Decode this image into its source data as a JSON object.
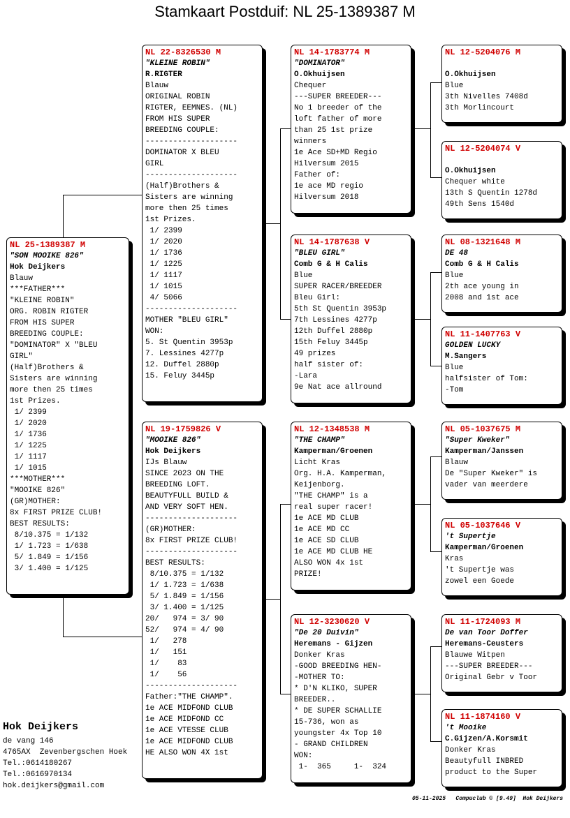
{
  "title": "Stamkaart Postduif: NL  25-1389387 M",
  "cards": {
    "subject": {
      "ring": "NL  25-1389387 M",
      "nick": "\"SON MOOIKE 826\"",
      "owner": "Hok Deijkers",
      "color": "Blauw",
      "lines": [
        "***FATHER***",
        "\"KLEINE ROBIN\"",
        "ORG. ROBIN RIGTER",
        "FROM HIS SUPER",
        "BREEDING COUPLE:",
        "\"DOMINATOR\" X \"BLEU",
        "GIRL\"",
        "(Half)Brothers &",
        "Sisters are winning",
        "more then 25 times",
        "1st Prizes.",
        " 1/ 2399",
        " 1/ 2020",
        " 1/ 1736",
        " 1/ 1225",
        " 1/ 1117",
        " 1/ 1015",
        "***MOTHER***",
        "\"MOOIKE 826\"",
        "(GR)MOTHER:",
        "8x FIRST PRIZE CLUB!",
        "BEST RESULTS:",
        " 8/10.375 = 1/132",
        " 1/ 1.723 = 1/638",
        " 5/ 1.849 = 1/156",
        " 3/ 1.400 = 1/125"
      ]
    },
    "father": {
      "ring": "NL  22-8326530 M",
      "nick": "\"KLEINE ROBIN\"",
      "owner": "R.RIGTER",
      "color": "Blauw",
      "lines": [
        "ORIGINAL ROBIN",
        "RIGTER, EEMNES. (NL)",
        "FROM HIS SUPER",
        "BREEDING COUPLE:",
        "--------------------",
        "DOMINATOR X BLEU",
        "GIRL",
        "--------------------",
        "(Half)Brothers &",
        "Sisters are winning",
        "more then 25 times",
        "1st Prizes.",
        " 1/ 2399",
        " 1/ 2020",
        " 1/ 1736",
        " 1/ 1225",
        " 1/ 1117",
        " 1/ 1015",
        " 4/ 5066",
        "--------------------",
        "MOTHER \"BLEU GIRL\"",
        "WON:",
        "5. St Quentin 3953p",
        "7. Lessines 4277p",
        "12. Duffel 2880p",
        "15. Feluy 3445p"
      ]
    },
    "mother": {
      "ring": "NL  19-1759826 V",
      "nick": "\"MOOIKE 826\"",
      "owner": "Hok Deijkers",
      "color": "IJs Blauw",
      "lines": [
        "SINCE 2023 ON THE",
        "BREEDING LOFT.",
        "BEAUTYFULL BUILD &",
        "AND VERY SOFT HEN.",
        "--------------------",
        "(GR)MOTHER:",
        "8x FIRST PRIZE CLUB!",
        "--------------------",
        "BEST RESULTS:",
        " 8/10.375 = 1/132",
        " 1/ 1.723 = 1/638",
        " 5/ 1.849 = 1/156",
        " 3/ 1.400 = 1/125",
        "20/   974 = 3/ 90",
        "52/   974 = 4/ 90",
        " 1/   278",
        " 1/   151",
        " 1/    83",
        " 1/    56",
        "--------------------",
        "Father:\"THE CHAMP\".",
        "1e ACE MIDFOND CLUB",
        "1e ACE MIDFOND CC",
        "1e ACE VTESSE CLUB",
        "1e ACE MIDFOND CLUB",
        "HE ALSO WON 4X 1st"
      ]
    },
    "ff": {
      "ring": "NL  14-1783774 M",
      "nick": "\"DOMINATOR\"",
      "owner": "O.Okhuijsen",
      "color": "Chequer",
      "lines": [
        "---SUPER BREEDER---",
        "No 1 breeder of the",
        "loft father of more",
        "than 25 1st prize",
        "winners",
        "1e Ace SD+MD Regio",
        "Hilversum 2015",
        "Father of:",
        "1e ace MD regio",
        "Hilversum 2018"
      ]
    },
    "fm": {
      "ring": "NL  14-1787638 V",
      "nick": "\"BLEU GIRL\"",
      "owner": "Comb G & H Calis",
      "color": "Blue",
      "lines": [
        "SUPER RACER/BREEDER",
        "Bleu Girl:",
        "5th St Quentin 3953p",
        "7th Lessines 4277p",
        "12th Duffel 2880p",
        "15th Feluy 3445p",
        "49 prizes",
        "half sister of:",
        "-Lara",
        "9e Nat ace allround"
      ]
    },
    "mf": {
      "ring": "NL  12-1348538 M",
      "nick": "\"THE CHAMP\"",
      "owner": "Kamperman/Groenen",
      "color": "Licht Kras",
      "lines": [
        "Org. H.A. Kamperman,",
        "Keijenborg.",
        "\"THE CHAMP\" is a",
        "real super racer!",
        "1e ACE MD CLUB",
        "1e ACE MD CC",
        "1e ACE SD CLUB",
        "1e ACE MD CLUB HE",
        "ALSO WON 4x 1st",
        "PRIZE!"
      ]
    },
    "mm": {
      "ring": "NL  12-3230620 V",
      "nick": "\"De 20 Duivin\"",
      "owner": "Heremans - Gijzen",
      "color": "Donker Kras",
      "lines": [
        "-GOOD BREEDING HEN-",
        "-MOTHER TO:",
        "* D'N KLIKO, SUPER",
        "BREEDER..",
        "* DE SUPER SCHALLIE",
        "15-736, won as",
        "youngster 4x Top 10",
        "- GRAND CHILDREN",
        "WON:",
        " 1-  365     1-  324"
      ]
    },
    "fff": {
      "ring": "NL  12-5204076 M",
      "nick": "",
      "owner": "O.Okhuijsen",
      "color": "Blue",
      "lines": [
        "3th Nivelles 7408d",
        "3th Morlincourt"
      ]
    },
    "ffm": {
      "ring": "NL  12-5204074 V",
      "nick": "",
      "owner": "O.Okhuijsen",
      "color": "Chequer white",
      "lines": [
        "13th S Quentin 1278d",
        "49th Sens 1540d"
      ]
    },
    "fmf": {
      "ring": "NL  08-1321648 M",
      "nick": "DE 48",
      "owner": "Comb G & H Calis",
      "color": "Blue",
      "lines": [
        "2th ace young in",
        "2008 and 1st ace"
      ]
    },
    "fmm": {
      "ring": "NL  11-1407763 V",
      "nick": "GOLDEN LUCKY",
      "owner": "M.Sangers",
      "color": "Blue",
      "lines": [
        "halfsister of Tom:",
        "-Tom"
      ]
    },
    "mff": {
      "ring": "NL  05-1037675 M",
      "nick": "\"Super Kweker\"",
      "owner": "Kamperman/Janssen",
      "color": "Blauw",
      "lines": [
        "De \"Super Kweker\" is",
        "vader van meerdere"
      ]
    },
    "mfm": {
      "ring": "NL  05-1037646 V",
      "nick": "'t Supertje",
      "owner": "Kamperman/Groenen",
      "color": "Kras",
      "lines": [
        "'t Supertje was",
        "zowel een Goede"
      ]
    },
    "mmf": {
      "ring": "NL  11-1724093 M",
      "nick": "De van Toor Doffer",
      "owner": "Heremans-Ceusters",
      "color": "Blauwe Witpen",
      "lines": [
        "---SUPER BREEDER---",
        "Original Gebr v Toor"
      ]
    },
    "mmm": {
      "ring": "NL  11-1874160 V",
      "nick": "'t Mooike",
      "owner": "C.Gijzen/A.Korsmit",
      "color": "Donker Kras",
      "lines": [
        "Beautyfull INBRED",
        "product to the Super"
      ]
    }
  },
  "hok": {
    "name": "Hok Deijkers",
    "lines": [
      "de vang 146",
      "4765AX  Zevenbergschen Hoek",
      "Tel.:0614180267",
      "Tel.:0616970134",
      "hok.deijkers@gmail.com"
    ]
  },
  "footer": "05-11-2025   Compuclub © [9.49]  Hok Deijkers"
}
